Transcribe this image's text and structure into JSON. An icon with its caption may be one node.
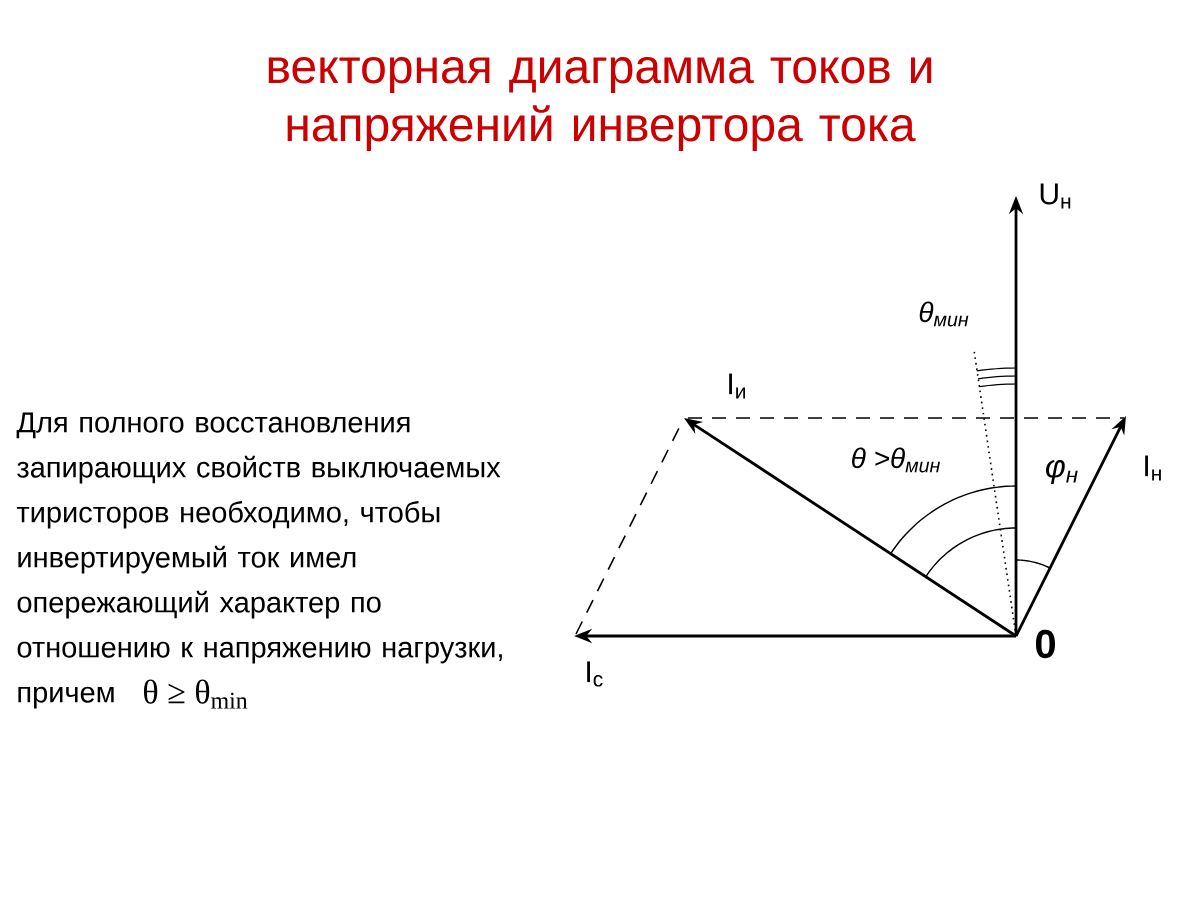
{
  "diagram": {
    "title": "векторная диаграмма токов и напряжений инвертора тока",
    "labels": [
      "U$_{н}$",
      "θ$_{мин}$",
      "I$_{и}$",
      "θ >θ$_{мин}$",
      "φ$_{н}$",
      "I$_{н}$",
      "I$_{с}$",
      "0",
      "Для полного восстановления запирающих свойств выключаемых тиристоров необходимо, чтобы инвертируемый ток имел опережающий характер по отношению к напряжению нагрузки, причем",
      "θ ≥ θ$_{min}$"
    ]
  }
}
